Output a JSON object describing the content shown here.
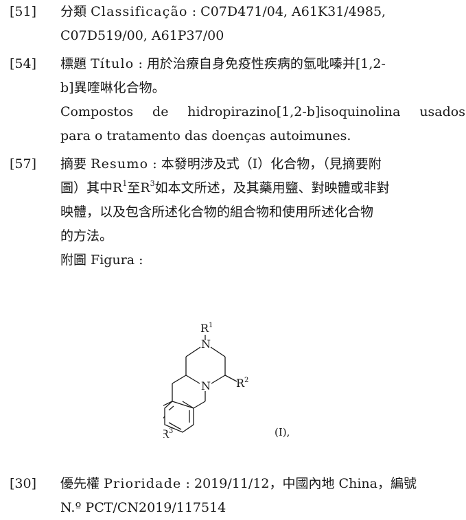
{
  "entries": {
    "e51": {
      "code": "[51]",
      "label_zh": "分類",
      "label_pt": "Classificação",
      "sep": " : ",
      "line1_text": "C07D471/04, A61K31/4985,",
      "line2": "C07D519/00, A61P37/00"
    },
    "e54": {
      "code": "[54]",
      "label_zh": "標題",
      "label_pt": "Título",
      "sep": " : ",
      "line1_text": "用於治療自身免疫性疾病的氫吡嗪并[1,2-",
      "line2": "b]異喹啉化合物。",
      "pt_line1": "Compostos de hidropirazino[1,2-b]isoquinolina usados",
      "pt_line2": "para o tratamento das doenças autoimunes."
    },
    "e57": {
      "code": "[57]",
      "label_zh": "摘要",
      "label_pt": "Resumo",
      "sep": " : ",
      "line1_text": "本發明涉及式（I）化合物，（見摘要附",
      "line2_a": "圖）其中R",
      "line2_sup1": "1",
      "line2_b": "至R",
      "line2_sup2": "3",
      "line2_c": "如本文所述，及其藥用鹽、對映體或非對",
      "line3": "映體，以及包含所述化合物的組合物和使用所述化合物",
      "line4": "的方法。",
      "figure_caption": "附圖 Figura :"
    },
    "e30": {
      "code": "[30]",
      "label_zh": "優先權",
      "label_pt": "Prioridade",
      "sep": " : ",
      "line1_text": "2019/11/12，中國內地 China，編號",
      "line2": "N.º PCT/CN2019/117514"
    }
  },
  "figure": {
    "r1": "R",
    "r1_sup": "1",
    "r2": "R",
    "r2_sup": "2",
    "r3": "R",
    "r3_sup": "3",
    "n_top": "N",
    "n_bottom": "N",
    "formula_label": "(I),"
  }
}
